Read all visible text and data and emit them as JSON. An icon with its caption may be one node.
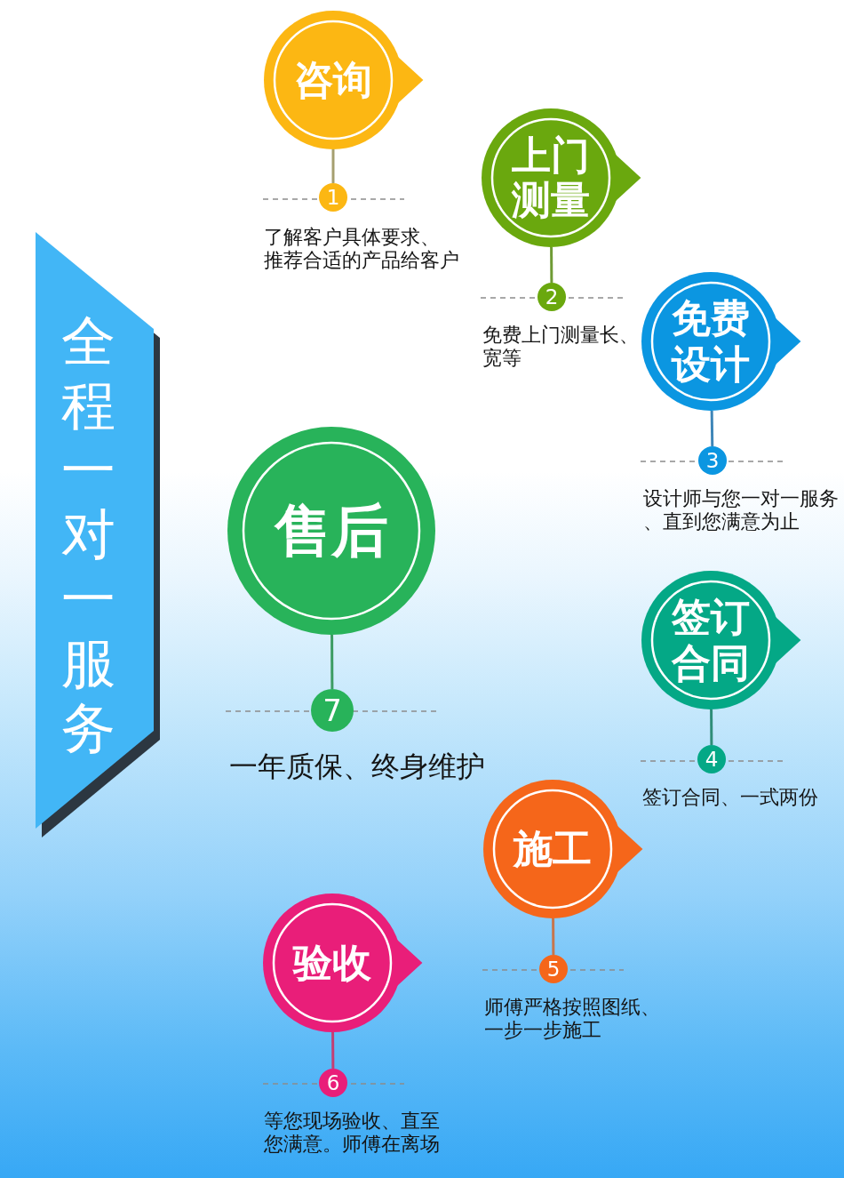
{
  "diagram": {
    "nodes": [
      {
        "text": [
          "全程一对一服务"
        ]
      },
      {
        "text": [
          "咨询"
        ]
      },
      {
        "text": [
          "1"
        ],
        "beside": [
          "了解客户具体要求、推荐合适的产品给客户"
        ]
      },
      {
        "text": [
          "上门测量"
        ]
      },
      {
        "text": [
          "2"
        ],
        "beside": [
          "免费上门测量长、宽等"
        ]
      },
      {
        "text": [
          "免费设计"
        ]
      },
      {
        "text": [
          "3"
        ],
        "beside": [
          "设计师与您一对一服务、直到您满意为止"
        ]
      },
      {
        "text": [
          "签订合同"
        ]
      },
      {
        "text": [
          "4"
        ],
        "beside": [
          "签订合同、一式两份"
        ]
      },
      {
        "text": [
          "施工"
        ]
      },
      {
        "text": [
          "5"
        ],
        "beside": [
          "师傅严格按照图纸、一步一步施工"
        ]
      },
      {
        "text": [
          "验收"
        ]
      },
      {
        "text": [
          "6"
        ],
        "beside": [
          "等您现场验收、直至您满意。师傅在离场"
        ]
      },
      {
        "text": [
          "售后"
        ]
      },
      {
        "text": [
          "7"
        ]
      }
    ],
    "edges": [
      {
        "from": 1,
        "to": 2,
        "arrow": "none",
        "color": "#a59f6f"
      },
      {
        "from": 3,
        "to": 4,
        "arrow": "none",
        "color": "#6f9b35"
      },
      {
        "from": 5,
        "to": 6,
        "arrow": "none",
        "color": "#3f86b8"
      },
      {
        "from": 7,
        "to": 8,
        "arrow": "none",
        "color": "#2f8d78"
      },
      {
        "from": 9,
        "to": 10,
        "arrow": "none",
        "color": "#c7764c"
      },
      {
        "from": 11,
        "to": 12,
        "arrow": "none",
        "color": "#c23f74"
      },
      {
        "from": 13,
        "to": 14,
        "arrow": "none",
        "color": "#3d9c62"
      }
    ],
    "labels": [
      "一年质保、终身维护"
    ]
  }
}
